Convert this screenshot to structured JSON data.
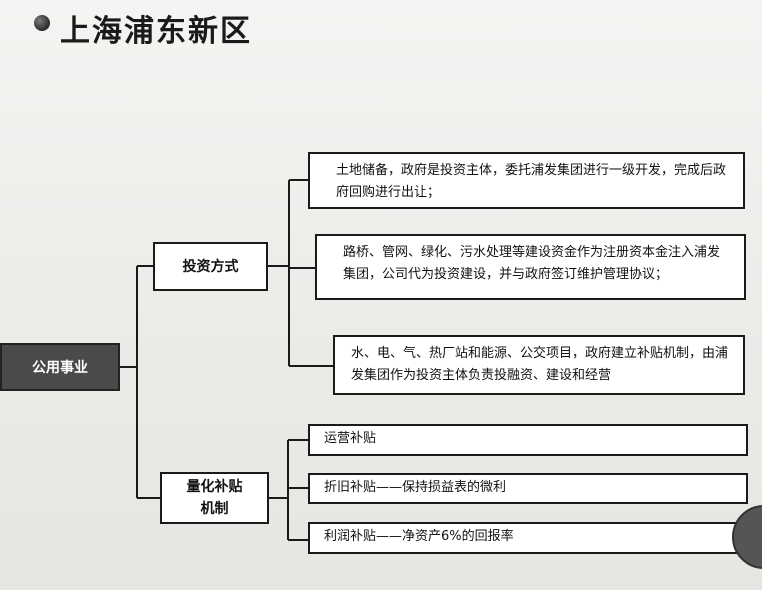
{
  "header": {
    "title": "上海浦东新区"
  },
  "diagram": {
    "root": "公用事业",
    "branches": [
      {
        "label": "投资方式",
        "items": [
          "土地储备，政府是投资主体，委托浦发集团进行一级开发，完成后政府回购进行出让；",
          "路桥、管网、绿化、污水处理等建设资金作为注册资本金注入浦发集团，公司代为投资建设，并与政府签订维护管理协议；",
          "水、电、气、热厂站和能源、公交项目，政府建立补贴机制，由浦发集团作为投资主体负责投融资、建设和经营"
        ]
      },
      {
        "label_line1": "量化补贴",
        "label_line2": "机制",
        "items": [
          "运营补贴",
          "折旧补贴——保持损益表的微利",
          "利润补贴——净资产6%的回报率"
        ]
      }
    ]
  },
  "colors": {
    "root_fill": "#4a4a4a",
    "line": "#1a1a1a",
    "box_fill": "#ffffff"
  }
}
